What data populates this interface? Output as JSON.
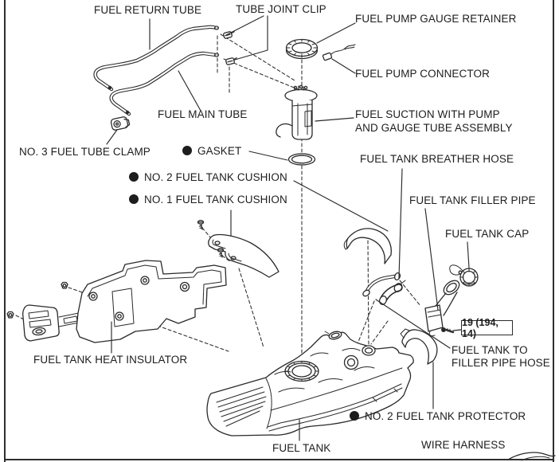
{
  "colors": {
    "ink": "#2a2a2a",
    "paper": "#ffffff"
  },
  "labels": {
    "fuel_return_tube": "FUEL RETURN TUBE",
    "tube_joint_clip": "TUBE JOINT CLIP",
    "fuel_pump_gauge_retainer": "FUEL PUMP GAUGE RETAINER",
    "fuel_pump_connector": "FUEL PUMP CONNECTOR",
    "fuel_main_tube": "FUEL MAIN TUBE",
    "no3_fuel_tube_clamp": "NO. 3 FUEL TUBE CLAMP",
    "gasket": "GASKET",
    "fuel_suction_line1": "FUEL SUCTION WITH PUMP",
    "fuel_suction_line2": "AND GAUGE TUBE ASSEMBLY",
    "fuel_tank_breather_hose": "FUEL TANK BREATHER HOSE",
    "no2_fuel_tank_cushion": "NO. 2 FUEL TANK CUSHION",
    "no1_fuel_tank_cushion": "NO. 1 FUEL TANK CUSHION",
    "fuel_tank_filler_pipe": "FUEL TANK FILLER PIPE",
    "fuel_tank_cap": "FUEL TANK CAP",
    "fuel_tank_to_filler_pipe_hose_line1": "FUEL TANK TO",
    "fuel_tank_to_filler_pipe_hose_line2": "FILLER PIPE HOSE",
    "fuel_tank_heat_insulator": "FUEL TANK HEAT INSULATOR",
    "no2_fuel_tank_protector": "NO. 2 FUEL TANK PROTECTOR",
    "fuel_tank": "FUEL TANK",
    "wire_harness": "WIRE HARNESS"
  },
  "torque_spec": {
    "value": "19 (194, 14)"
  }
}
